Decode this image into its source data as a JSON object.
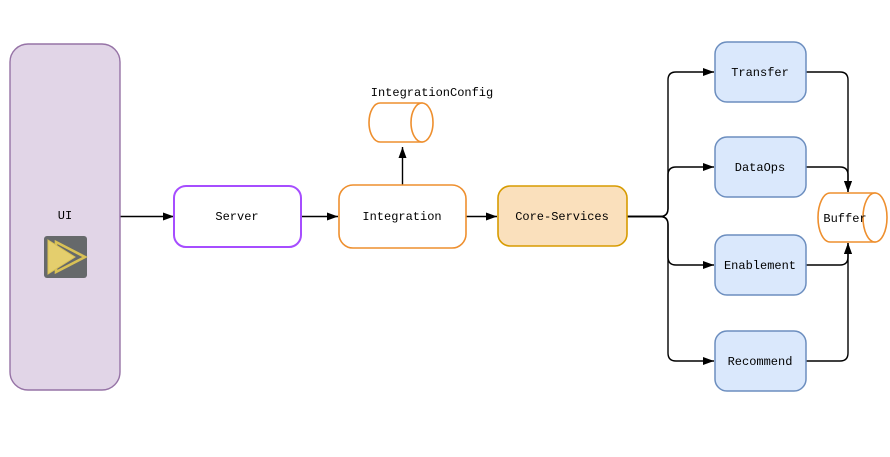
{
  "canvas": {
    "background": "#ffffff",
    "edge_color": "#000000"
  },
  "nodes": {
    "ui": {
      "label": "UI",
      "fill": "#E1D5E7",
      "stroke": "#9673A6",
      "shape": "rounded-rect"
    },
    "server": {
      "label": "Server",
      "fill": "#FFFFFF",
      "stroke": "#A64DFF",
      "shape": "rounded-rect"
    },
    "integration": {
      "label": "Integration",
      "fill": "#FFFFFF",
      "stroke": "#EE8F2E",
      "shape": "rounded-rect"
    },
    "integration_config": {
      "label": "IntegrationConfig",
      "fill": "#FFFFFF",
      "stroke": "#EE8F2E",
      "shape": "horizontal-cylinder"
    },
    "core_services": {
      "label": "Core-Services",
      "fill": "#FAE0BC",
      "stroke": "#D79B00",
      "shape": "rounded-rect"
    },
    "transfer": {
      "label": "Transfer",
      "fill": "#DAE8FC",
      "stroke": "#6C8EBF",
      "shape": "rounded-rect"
    },
    "dataops": {
      "label": "DataOps",
      "fill": "#DAE8FC",
      "stroke": "#6C8EBF",
      "shape": "rounded-rect"
    },
    "enablement": {
      "label": "Enablement",
      "fill": "#DAE8FC",
      "stroke": "#6C8EBF",
      "shape": "rounded-rect"
    },
    "recommend": {
      "label": "Recommend",
      "fill": "#DAE8FC",
      "stroke": "#6C8EBF",
      "shape": "rounded-rect"
    },
    "buffer": {
      "label": "Buffer",
      "fill": "#FFFFFF",
      "stroke": "#EE8F2E",
      "shape": "horizontal-cylinder"
    }
  },
  "icons": {
    "play": {
      "name": "play-icon",
      "box_fill": "#66696B",
      "triangle_fill": "#E4CE6D",
      "triangle_stroke": "#D9C155"
    }
  },
  "edges": [
    {
      "from": "UI",
      "to": "Server"
    },
    {
      "from": "Server",
      "to": "Integration"
    },
    {
      "from": "Integration",
      "to": "IntegrationConfig"
    },
    {
      "from": "Integration",
      "to": "Core-Services"
    },
    {
      "from": "Core-Services",
      "to": "Transfer"
    },
    {
      "from": "Core-Services",
      "to": "DataOps"
    },
    {
      "from": "Core-Services",
      "to": "Enablement"
    },
    {
      "from": "Core-Services",
      "to": "Recommend"
    },
    {
      "from": "Transfer",
      "to": "Buffer"
    },
    {
      "from": "DataOps",
      "to": "Buffer"
    },
    {
      "from": "Enablement",
      "to": "Buffer"
    },
    {
      "from": "Recommend",
      "to": "Buffer"
    }
  ]
}
